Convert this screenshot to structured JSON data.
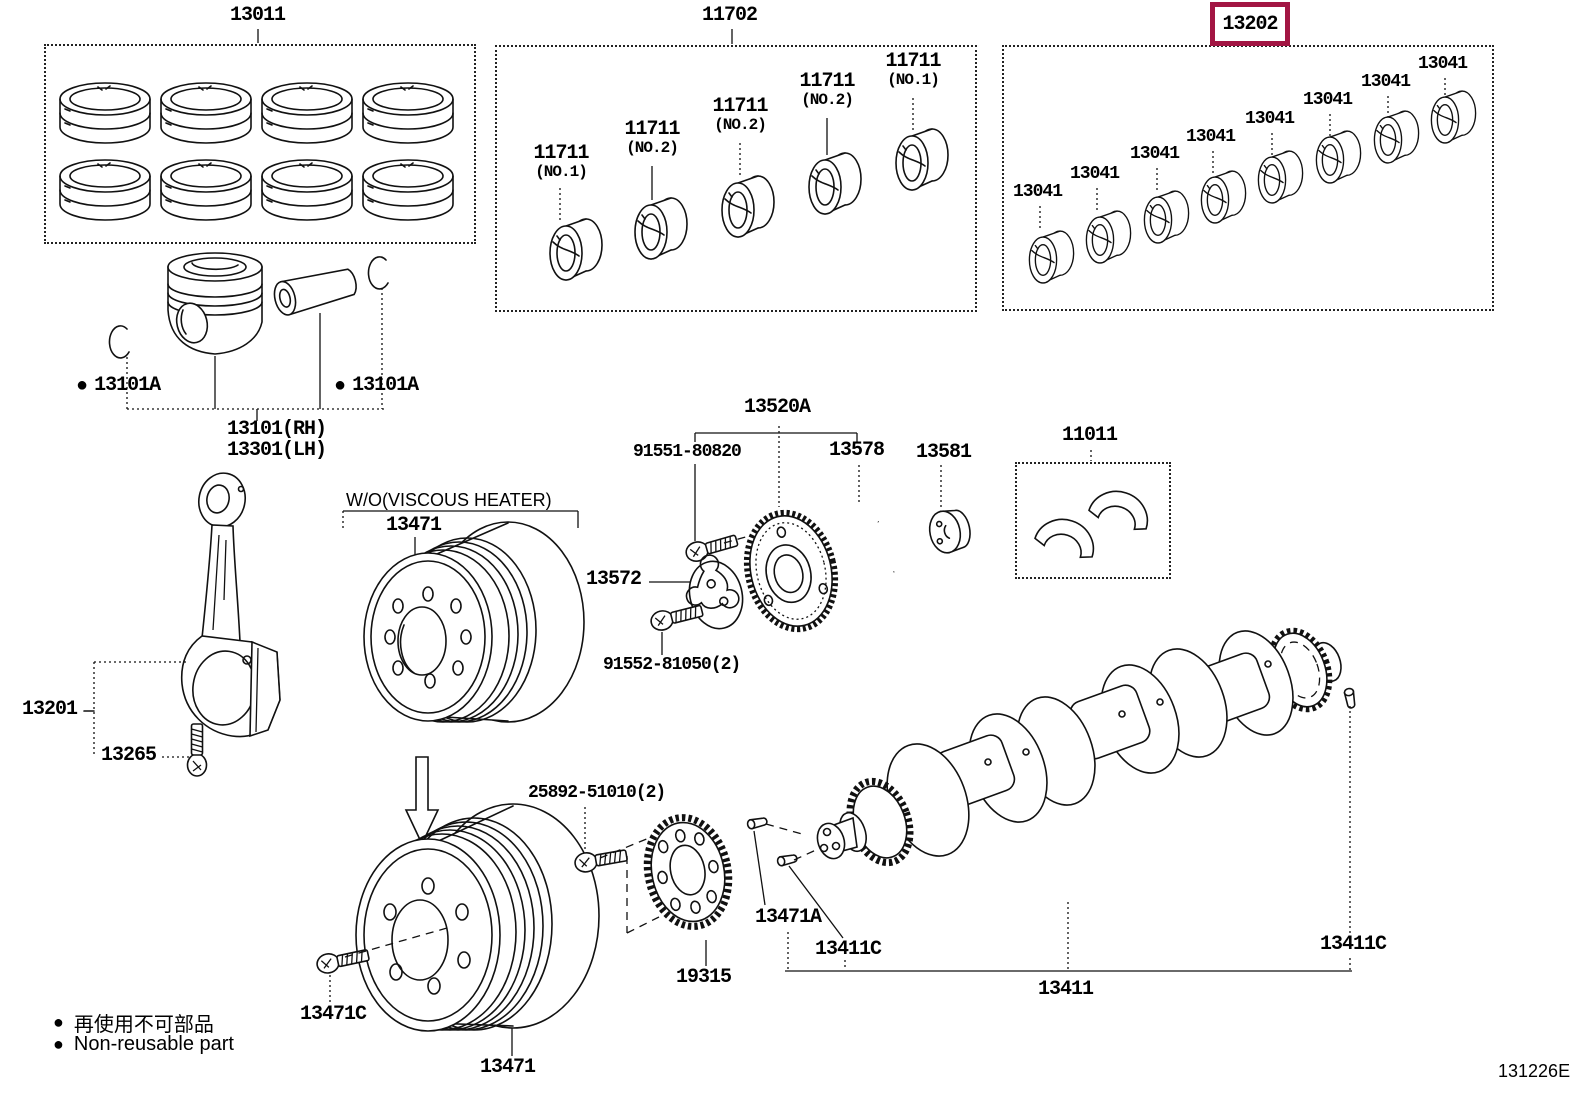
{
  "diagram": {
    "code": "131226E",
    "highlight_color": "#A21543",
    "selected_part": "13202"
  },
  "boxes": {
    "ring_set": {
      "part_no": "13011"
    },
    "main_bearings": {
      "part_no": "11702",
      "items": [
        {
          "part_no": "11711",
          "pos": "(NO.1)"
        },
        {
          "part_no": "11711",
          "pos": "(NO.2)"
        },
        {
          "part_no": "11711",
          "pos": "(NO.2)"
        },
        {
          "part_no": "11711",
          "pos": "(NO.2)"
        },
        {
          "part_no": "11711",
          "pos": "(NO.1)"
        }
      ]
    },
    "rod_bearings": {
      "part_no": "13202",
      "items": [
        "13041",
        "13041",
        "13041",
        "13041",
        "13041",
        "13041",
        "13041",
        "13041"
      ]
    },
    "thrust_washers": {
      "part_no": "11011"
    }
  },
  "piston": {
    "snap_ring_left": "13101A",
    "snap_ring_right": "13101A",
    "piston_rh": "13101(RH)",
    "piston_lh": "13301(LH)",
    "connecting_rod": "13201",
    "rod_bolt": "13265"
  },
  "pulley": {
    "note": "W/O(VISCOUS HEATER)",
    "upper": "13471",
    "lower": "13471",
    "set_bolt": "13471C"
  },
  "timing_gear": {
    "gear": "13520A",
    "bolt": "91551-80820",
    "plate": "13572",
    "plate_bolt": "91552-81050(2)",
    "snap_ring": "13578",
    "slinger": "13581"
  },
  "crankshaft": {
    "part_no": "13411",
    "key": "13471A",
    "pin_front": "13411C",
    "pin_rear": "13411C",
    "rotor": "19315",
    "rotor_bolt": "25892-51010(2)"
  },
  "legend": {
    "bullet": "●",
    "line1_jp": "再使用不可部品",
    "line2_en": "Non-reusable part"
  }
}
